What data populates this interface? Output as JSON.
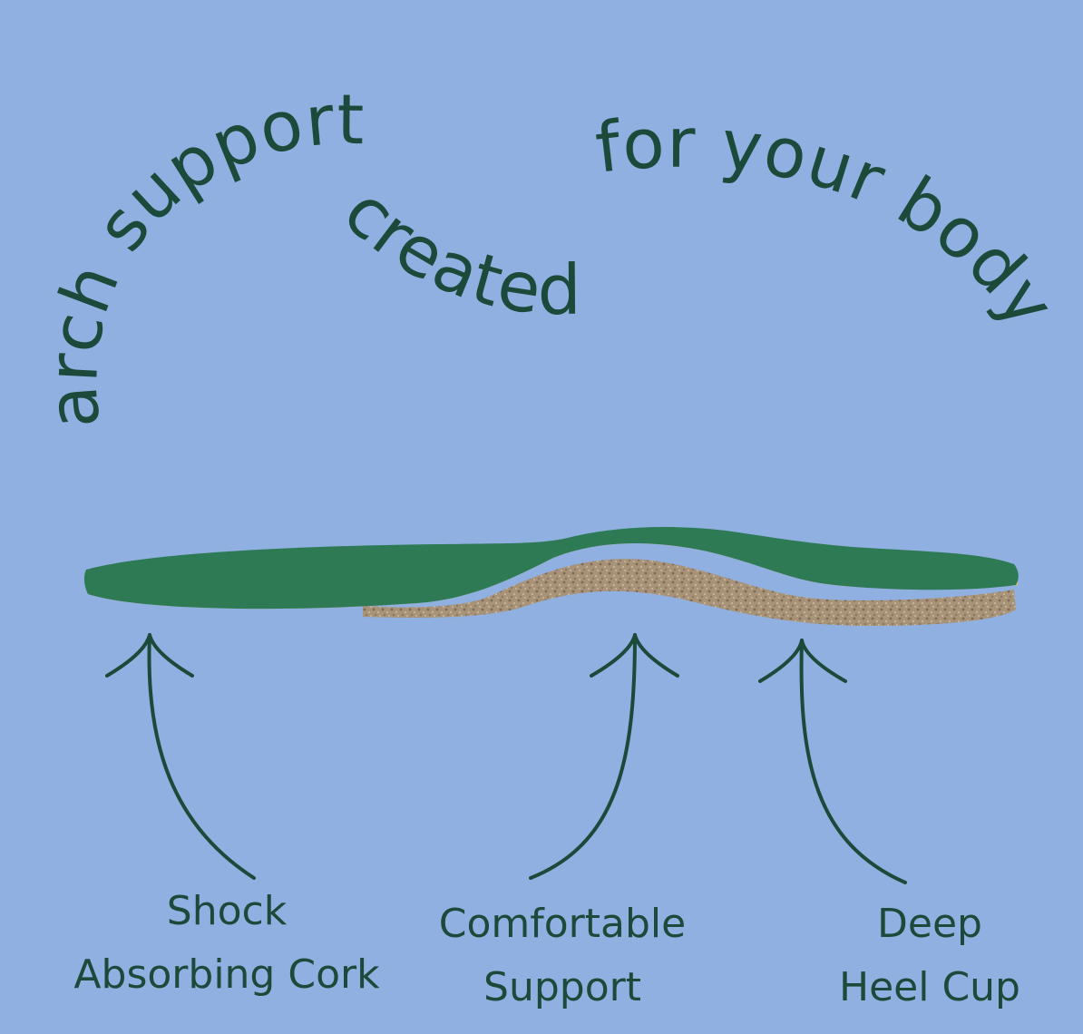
{
  "headline": {
    "part1": "arch support",
    "part2": "created",
    "part3": "for your body"
  },
  "features": [
    {
      "line1": "Shock",
      "line2": "Absorbing Cork"
    },
    {
      "line1": "Comfortable",
      "line2": "Support"
    },
    {
      "line1": "Deep",
      "line2": "Heel Cup"
    }
  ],
  "colors": {
    "background": "#8fb0e0",
    "text": "#1c4a3a",
    "insole_top": "#2e7a55",
    "insole_foam": "#e6bd63",
    "cork": "#a89378"
  }
}
